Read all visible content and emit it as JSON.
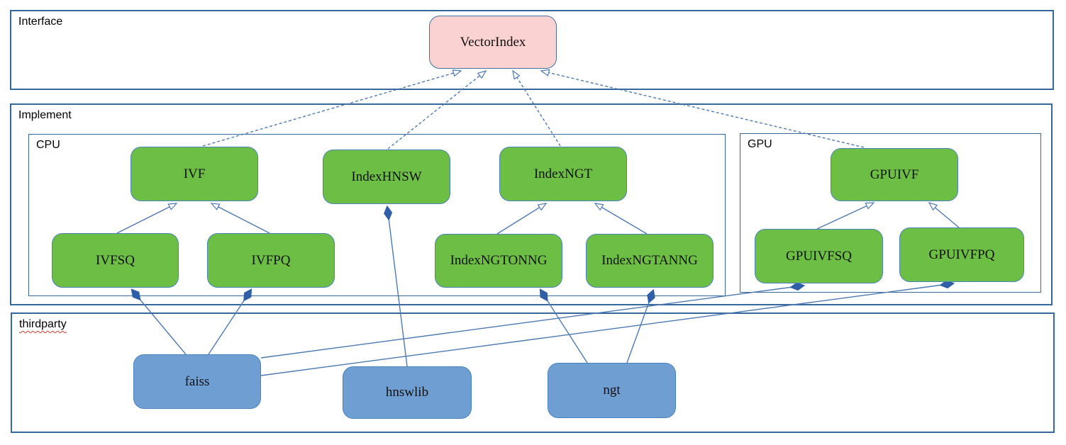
{
  "groups": {
    "interface": {
      "label": "Interface"
    },
    "implement": {
      "label": "Implement"
    },
    "cpu": {
      "label": "CPU"
    },
    "gpu": {
      "label": "GPU"
    },
    "thirdparty": {
      "label": "thirdparty"
    }
  },
  "nodes": {
    "vectorindex": {
      "label": "VectorIndex",
      "group": "interface"
    },
    "ivf": {
      "label": "IVF",
      "group": "cpu"
    },
    "indexhnsw": {
      "label": "IndexHNSW",
      "group": "cpu"
    },
    "indexngt": {
      "label": "IndexNGT",
      "group": "cpu"
    },
    "gpuivf": {
      "label": "GPUIVF",
      "group": "gpu"
    },
    "ivfsq": {
      "label": "IVFSQ",
      "group": "cpu"
    },
    "ivfpq": {
      "label": "IVFPQ",
      "group": "cpu"
    },
    "indexngtonng": {
      "label": "IndexNGTONNG",
      "group": "cpu"
    },
    "indexngtanng": {
      "label": "IndexNGTANNG",
      "group": "cpu"
    },
    "gpuivfsq": {
      "label": "GPUIVFSQ",
      "group": "gpu"
    },
    "gpuivfpq": {
      "label": "GPUIVFPQ",
      "group": "gpu"
    },
    "faiss": {
      "label": "faiss",
      "group": "thirdparty"
    },
    "hnswlib": {
      "label": "hnswlib",
      "group": "thirdparty"
    },
    "ngt": {
      "label": "ngt",
      "group": "thirdparty"
    }
  },
  "relationships": [
    {
      "from": "IVF",
      "to": "VectorIndex",
      "type": "realization"
    },
    {
      "from": "IndexHNSW",
      "to": "VectorIndex",
      "type": "realization"
    },
    {
      "from": "IndexNGT",
      "to": "VectorIndex",
      "type": "realization"
    },
    {
      "from": "GPUIVF",
      "to": "VectorIndex",
      "type": "realization"
    },
    {
      "from": "IVFSQ",
      "to": "IVF",
      "type": "generalization"
    },
    {
      "from": "IVFPQ",
      "to": "IVF",
      "type": "generalization"
    },
    {
      "from": "IndexNGTONNG",
      "to": "IndexNGT",
      "type": "generalization"
    },
    {
      "from": "IndexNGTANNG",
      "to": "IndexNGT",
      "type": "generalization"
    },
    {
      "from": "GPUIVFSQ",
      "to": "GPUIVF",
      "type": "generalization"
    },
    {
      "from": "GPUIVFPQ",
      "to": "GPUIVF",
      "type": "generalization"
    },
    {
      "from": "faiss",
      "to": "IVFSQ",
      "type": "composition"
    },
    {
      "from": "faiss",
      "to": "IVFPQ",
      "type": "composition"
    },
    {
      "from": "faiss",
      "to": "GPUIVFSQ",
      "type": "composition"
    },
    {
      "from": "faiss",
      "to": "GPUIVFPQ",
      "type": "composition"
    },
    {
      "from": "hnswlib",
      "to": "IndexHNSW",
      "type": "composition"
    },
    {
      "from": "ngt",
      "to": "IndexNGTONNG",
      "type": "composition"
    },
    {
      "from": "ngt",
      "to": "IndexNGTANNG",
      "type": "composition"
    }
  ],
  "colors": {
    "interface_node_fill": "#fad2d1",
    "implement_node_fill": "#6cbe45",
    "thirdparty_node_fill": "#6f9ed3",
    "container_border": "#35689f",
    "node_border": "#4a82bc",
    "edge_line": "#4d79b3",
    "composition_diamond": "#2f5fa8",
    "squiggle_underline": "#d23a2a"
  }
}
